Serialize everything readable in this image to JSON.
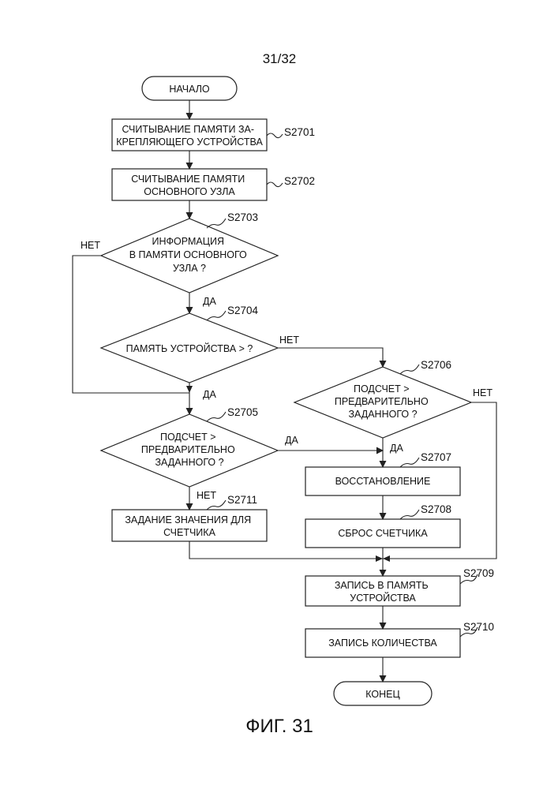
{
  "page_number": "31/32",
  "figure_caption": "ФИГ. 31",
  "nodes": {
    "start": [
      "НАЧАЛО"
    ],
    "s2701": [
      "СЧИТЫВАНИЕ ПАМЯТИ ЗА-",
      "КРЕПЛЯЮЩЕГО УСТРОЙСТВА"
    ],
    "s2702": [
      "СЧИТЫВАНИЕ ПАМЯТИ",
      "ОСНОВНОГО УЗЛА"
    ],
    "s2703": [
      "ИНФОРМАЦИЯ",
      "В ПАМЯТИ ОСНОВНОГО",
      "УЗЛА ?"
    ],
    "s2704": [
      "ПАМЯТЬ УСТРОЙСТВА > ?"
    ],
    "s2705": [
      "ПОДСЧЕТ >",
      "ПРЕДВАРИТЕЛЬНО",
      "ЗАДАННОГО ?"
    ],
    "s2706": [
      "ПОДСЧЕТ >",
      "ПРЕДВАРИТЕЛЬНО",
      "ЗАДАННОГО ?"
    ],
    "s2707": [
      "ВОССТАНОВЛЕНИЕ"
    ],
    "s2708": [
      "СБРОС СЧЕТЧИКА"
    ],
    "s2711": [
      "ЗАДАНИЕ ЗНАЧЕНИЯ ДЛЯ",
      "СЧЕТЧИКА"
    ],
    "s2709": [
      "ЗАПИСЬ В ПАМЯТЬ",
      "УСТРОЙСТВА"
    ],
    "s2710": [
      "ЗАПИСЬ КОЛИЧЕСТВА"
    ],
    "end": [
      "КОНЕЦ"
    ]
  },
  "step_labels": {
    "s2701": "S2701",
    "s2702": "S2702",
    "s2703": "S2703",
    "s2704": "S2704",
    "s2705": "S2705",
    "s2706": "S2706",
    "s2707": "S2707",
    "s2708": "S2708",
    "s2709": "S2709",
    "s2710": "S2710",
    "s2711": "S2711"
  },
  "edge_labels": {
    "s2703_no": "НЕТ",
    "s2703_yes": "ДА",
    "s2704_no": "НЕТ",
    "s2704_yes": "ДА",
    "s2705_yes": "ДА",
    "s2705_no": "НЕТ",
    "s2706_yes": "ДА",
    "s2706_no": "НЕТ"
  }
}
